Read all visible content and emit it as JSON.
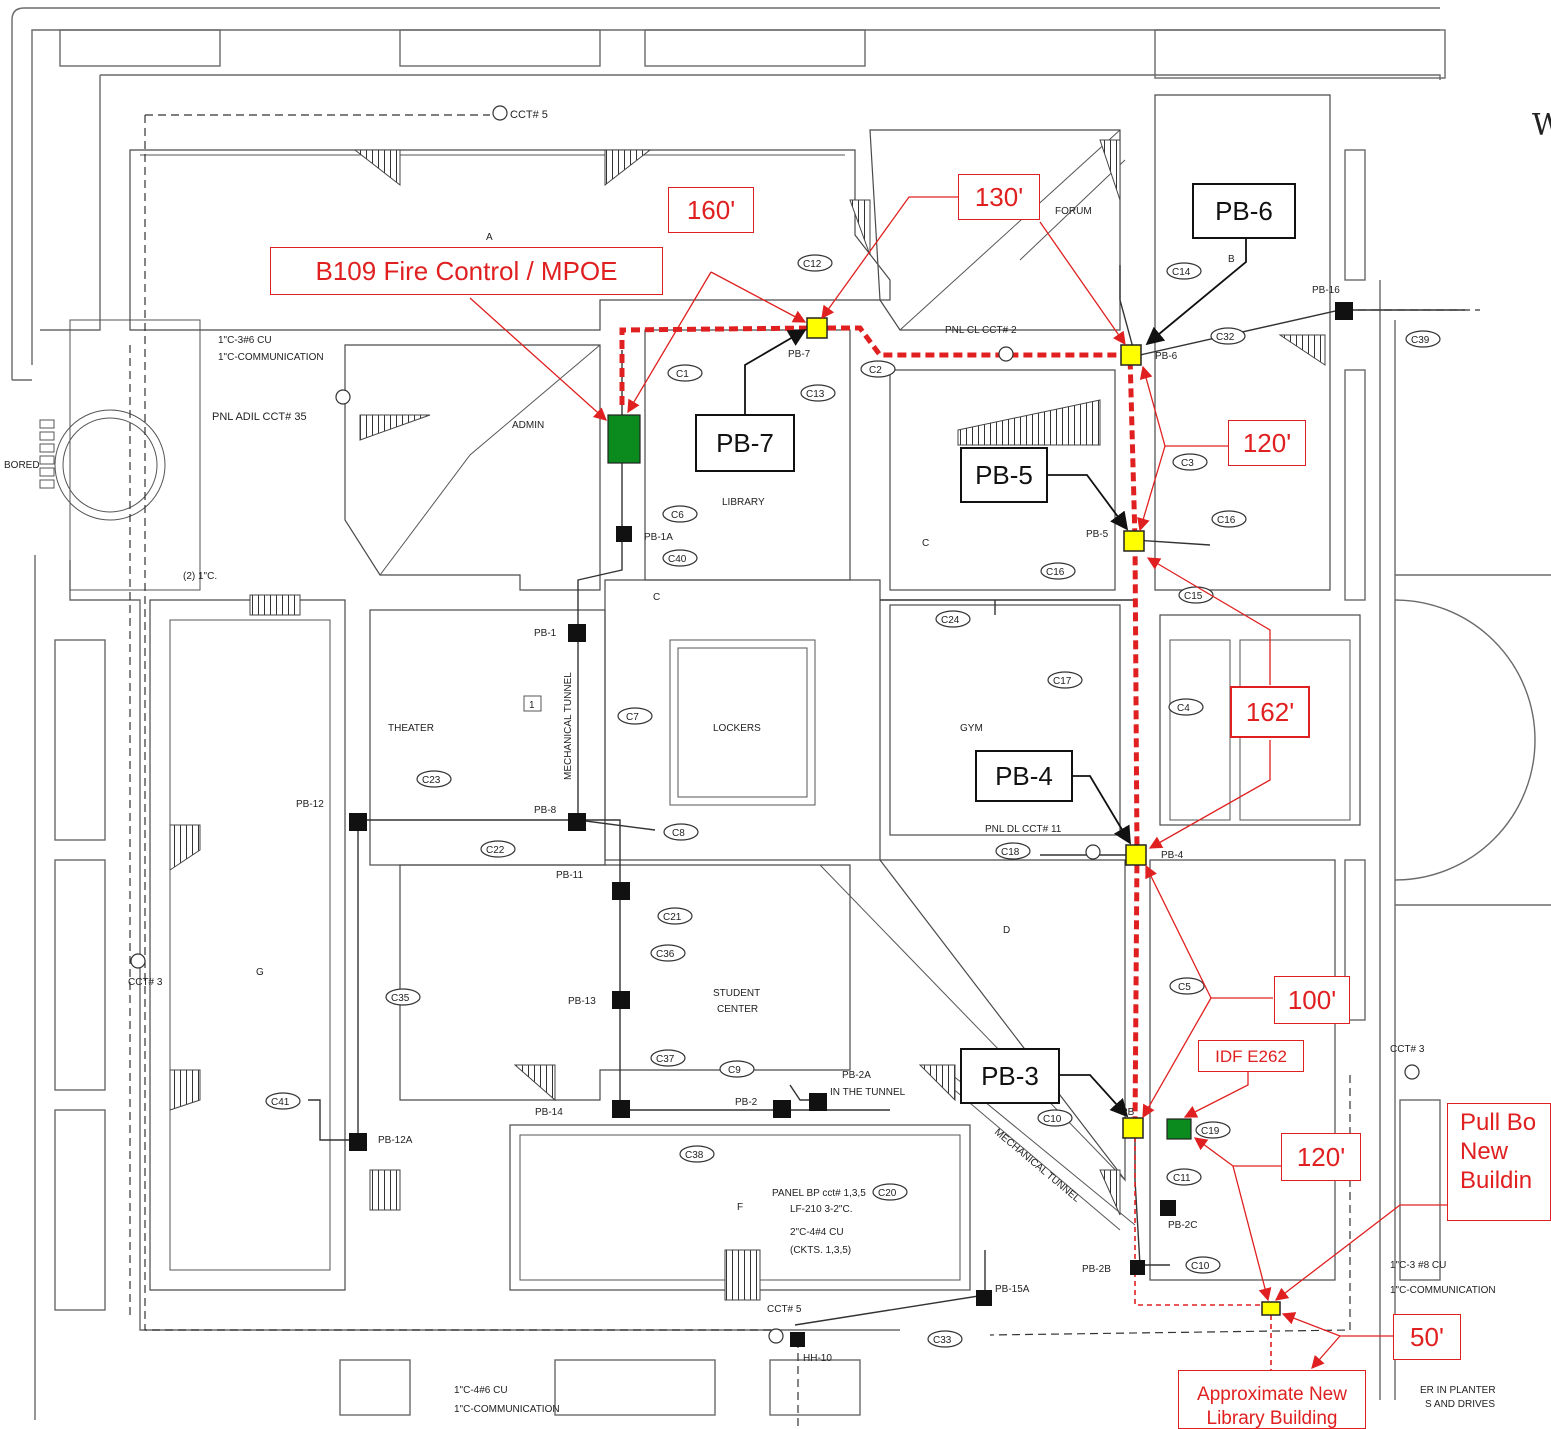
{
  "callouts": {
    "len_160": "160'",
    "len_130": "130'",
    "len_120_top": "120'",
    "len_162": "162'",
    "len_100": "100'",
    "len_120_bottom": "120'",
    "len_50": "50'",
    "mpoe": "B109 Fire Control / MPOE",
    "idf": "IDF E262",
    "pull_box_line1": "Pull Bo",
    "pull_box_line2": "New",
    "pull_box_line3": "Buildin",
    "approx_line1": "Approximate New",
    "approx_line2": "Library Building"
  },
  "pull_boxes": {
    "pb3": "PB-3",
    "pb4": "PB-4",
    "pb5": "PB-5",
    "pb6": "PB-6",
    "pb7": "PB-7"
  },
  "corner_letter": "W",
  "drawing_text": {
    "bldg_a": "A",
    "admin": "ADMIN",
    "library": "LIBRARY",
    "forum": "FORUM",
    "bldg_b": "B",
    "bldg_c": "C",
    "bldg_c_small": "C",
    "gym": "GYM",
    "lockers": "LOCKERS",
    "theater": "THEATER",
    "bldg_g": "G",
    "bldg_d": "D",
    "student_center_1": "STUDENT",
    "student_center_2": "CENTER",
    "bldg_f": "F",
    "mech_tunnel": "MECHANICAL TUNNEL",
    "mech_tunnel2": "MECHANICAL TUNNEL",
    "cct5_top": "CCT# 5",
    "cct5_bottom": "CCT# 5",
    "cct3_left": "CCT# 3",
    "cct3_right": "CCT# 3",
    "pnl_adil": "PNL ADIL CCT# 35",
    "pnl_cl": "PNL CL CCT# 2",
    "pnl_dl": "PNL DL CCT# 11",
    "cu_top_1": "1\"C-3#6 CU",
    "cu_top_2": "1\"C-COMMUNICATION",
    "two_1c": "(2) 1\"C.",
    "bored": "BORED",
    "panel_bp_1": "PANEL BP cct# 1,3,5",
    "panel_bp_2": "LF-210 3-2\"C.",
    "panel_bp_3": "2\"C-4#4 CU",
    "panel_bp_4": "(CKTS. 1,3,5)",
    "cu_right_1": "1\"C-3 #8 CU",
    "cu_right_2": "1\"C-COMMUNICATION",
    "cu_bot_1": "1\"C-4#6 CU",
    "cu_bot_2": "1\"C-COMMUNICATION",
    "planter_1": "ER IN PLANTER",
    "planter_2": "S AND DRIVES",
    "in_tunnel_1": "PB-2A",
    "in_tunnel_2": "IN THE TUNNEL",
    "num_box": "1"
  },
  "pb_labels": {
    "pb1": "PB-1",
    "pb1a": "PB-1A",
    "pb2": "PB-2",
    "pb2b": "PB-2B",
    "pb2c": "PB-2C",
    "pb8": "PB-8",
    "pb11": "PB-11",
    "pb12": "PB-12",
    "pb12a": "PB-12A",
    "pb13": "PB-13",
    "pb14": "PB-14",
    "pb15a": "PB-15A",
    "pb16": "PB-16",
    "hh10": "HH-10",
    "pb3_small": "PB",
    "pb4_small": "PB-4",
    "pb5_small": "PB-5",
    "pb6_small": "PB-6",
    "pb7_small": "PB-7"
  },
  "circuits": {
    "c1": "C1",
    "c2": "C2",
    "c3": "C3",
    "c4": "C4",
    "c5": "C5",
    "c6": "C6",
    "c7": "C7",
    "c8": "C8",
    "c9": "C9",
    "c10a": "C10",
    "c10b": "C10",
    "c11": "C11",
    "c12": "C12",
    "c13": "C13",
    "c14": "C14",
    "c15": "C15",
    "c16a": "C16",
    "c16b": "C16",
    "c17": "C17",
    "c18": "C18",
    "c19": "C19",
    "c20": "C20",
    "c21": "C21",
    "c22": "C22",
    "c23": "C23",
    "c24": "C24",
    "c32": "C32",
    "c33": "C33",
    "c35": "C35",
    "c36": "C36",
    "c37": "C37",
    "c38": "C38",
    "c39": "C39",
    "c40": "C40",
    "c41": "C41"
  },
  "colors": {
    "route": "#e02020",
    "existing_pull_box": "#ffff00",
    "equipment_room": "#0b8a1e",
    "black_pull_box": "#111111"
  }
}
